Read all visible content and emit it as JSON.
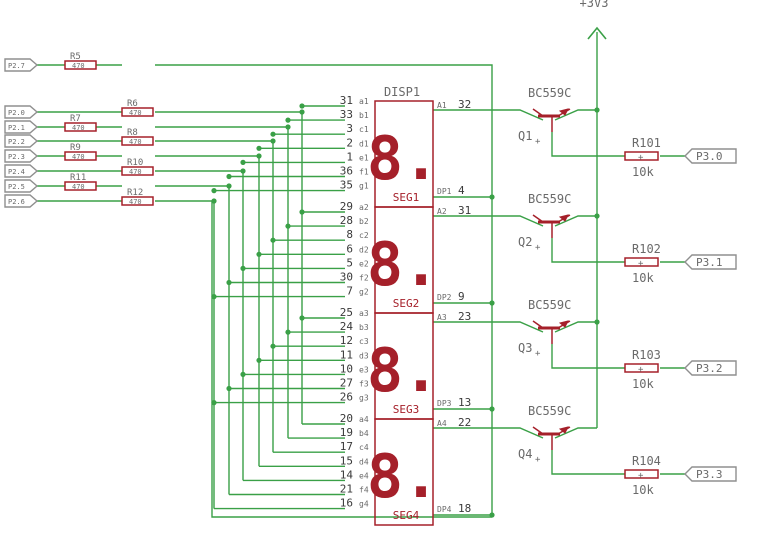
{
  "display": {
    "name": "DISP1",
    "digits": [
      {
        "label": "SEG1",
        "glyph": "8.",
        "dp_pin": "DP1",
        "dp_num": "4",
        "anode_pin": "A1",
        "anode_num": "32"
      },
      {
        "label": "SEG2",
        "glyph": "8.",
        "dp_pin": "DP2",
        "dp_num": "9",
        "anode_pin": "A2",
        "anode_num": "31"
      },
      {
        "label": "SEG3",
        "glyph": "8.",
        "dp_pin": "DP3",
        "dp_num": "13",
        "anode_pin": "A3",
        "anode_num": "23"
      },
      {
        "label": "SEG4",
        "glyph": "8.",
        "dp_pin": "DP4",
        "dp_num": "18",
        "anode_pin": "A4",
        "anode_num": "22"
      }
    ],
    "left_pins": [
      {
        "num": "31",
        "name": "a1"
      },
      {
        "num": "33",
        "name": "b1"
      },
      {
        "num": "3",
        "name": "c1"
      },
      {
        "num": "2",
        "name": "d1"
      },
      {
        "num": "1",
        "name": "e1"
      },
      {
        "num": "36",
        "name": "f1"
      },
      {
        "num": "35",
        "name": "g1"
      },
      {
        "num": "29",
        "name": "a2"
      },
      {
        "num": "28",
        "name": "b2"
      },
      {
        "num": "8",
        "name": "c2"
      },
      {
        "num": "6",
        "name": "d2"
      },
      {
        "num": "5",
        "name": "e2"
      },
      {
        "num": "30",
        "name": "f2"
      },
      {
        "num": "7",
        "name": "g2"
      },
      {
        "num": "25",
        "name": "a3"
      },
      {
        "num": "24",
        "name": "b3"
      },
      {
        "num": "12",
        "name": "c3"
      },
      {
        "num": "11",
        "name": "d3"
      },
      {
        "num": "10",
        "name": "e3"
      },
      {
        "num": "27",
        "name": "f3"
      },
      {
        "num": "26",
        "name": "g3"
      },
      {
        "num": "20",
        "name": "a4"
      },
      {
        "num": "19",
        "name": "b4"
      },
      {
        "num": "17",
        "name": "c4"
      },
      {
        "num": "15",
        "name": "d4"
      },
      {
        "num": "14",
        "name": "e4"
      },
      {
        "num": "21",
        "name": "f4"
      },
      {
        "num": "16",
        "name": "g4"
      }
    ]
  },
  "inputs": [
    {
      "port": "P2.7",
      "resistor": "R5",
      "value": "470"
    },
    {
      "port": "P2.0",
      "resistor": "R6",
      "value": "470"
    },
    {
      "port": "P2.1",
      "resistor": "R7",
      "value": "470"
    },
    {
      "port": "P2.2",
      "resistor": "R8",
      "value": "470"
    },
    {
      "port": "P2.3",
      "resistor": "R9",
      "value": "470"
    },
    {
      "port": "P2.4",
      "resistor": "R10",
      "value": "470"
    },
    {
      "port": "P2.5",
      "resistor": "R11",
      "value": "470"
    },
    {
      "port": "P2.6",
      "resistor": "R12",
      "value": "470"
    }
  ],
  "drivers": [
    {
      "name": "Q1",
      "model": "BC559C",
      "resistor": "R101",
      "value": "10k",
      "port": "P3.0"
    },
    {
      "name": "Q2",
      "model": "BC559C",
      "resistor": "R102",
      "value": "10k",
      "port": "P3.1"
    },
    {
      "name": "Q3",
      "model": "BC559C",
      "resistor": "R103",
      "value": "10k",
      "port": "P3.2"
    },
    {
      "name": "Q4",
      "model": "BC559C",
      "resistor": "R104",
      "value": "10k",
      "port": "P3.3"
    }
  ],
  "supply": "+3V3",
  "colors": {
    "wire": "#3aa047",
    "part": "#a5202a",
    "text": "#6a6a6a",
    "port": "#8f8f8f"
  }
}
